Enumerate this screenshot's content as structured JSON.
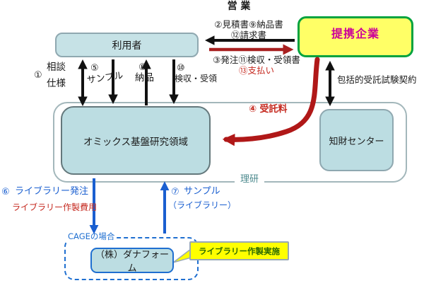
{
  "nodes": {
    "user": "利用者",
    "partner": "提携企業",
    "omics": "オミックス基盤研究領域",
    "ip_center": "知財センター",
    "riken": "理研",
    "cage_case": "CAGEの場合",
    "dnaform": "（株）ダナフォーム",
    "callout": "ライブラリー作製実施"
  },
  "labels": {
    "sales": "営 業",
    "docs_top": "②見積書⑨納品書",
    "docs_invoice": "⑫請求書",
    "order_line": "③発注⑪検収・受領書",
    "payment": "⑬支払い",
    "consult_no": "①",
    "consult": "相談",
    "spec": "仕様",
    "sample_no": "⑤",
    "sample": "サンプル",
    "deliver_no": "⑧",
    "deliver": "納品",
    "accept_no": "⑩",
    "accept": "検収・受領",
    "fee": "④ 受託料",
    "contract": "包括的受託試験契約",
    "lib_order_no": "⑥",
    "lib_order": "ライブラリー発注",
    "lib_cost": "ライブラリー作製費用",
    "lib_sample_no": "⑦",
    "lib_sample": "サンプル",
    "lib_sample_sub": "（ライブラリー）"
  },
  "colors": {
    "node_fill": "#bcdde2",
    "partner_fill": "#ffff66",
    "partner_border": "#00a33e",
    "partner_text": "#cc0099",
    "arrow_black": "#111111",
    "arrow_red": "#a82020",
    "arrow_curve_red": "#b01818",
    "arrow_blue": "#1a5fd0",
    "text_red": "#c5291f",
    "text_blue": "#1a5fd0",
    "riken_text": "#4d8a8e",
    "callout_fill": "#ffff00",
    "callout_text": "#2d6b00"
  }
}
